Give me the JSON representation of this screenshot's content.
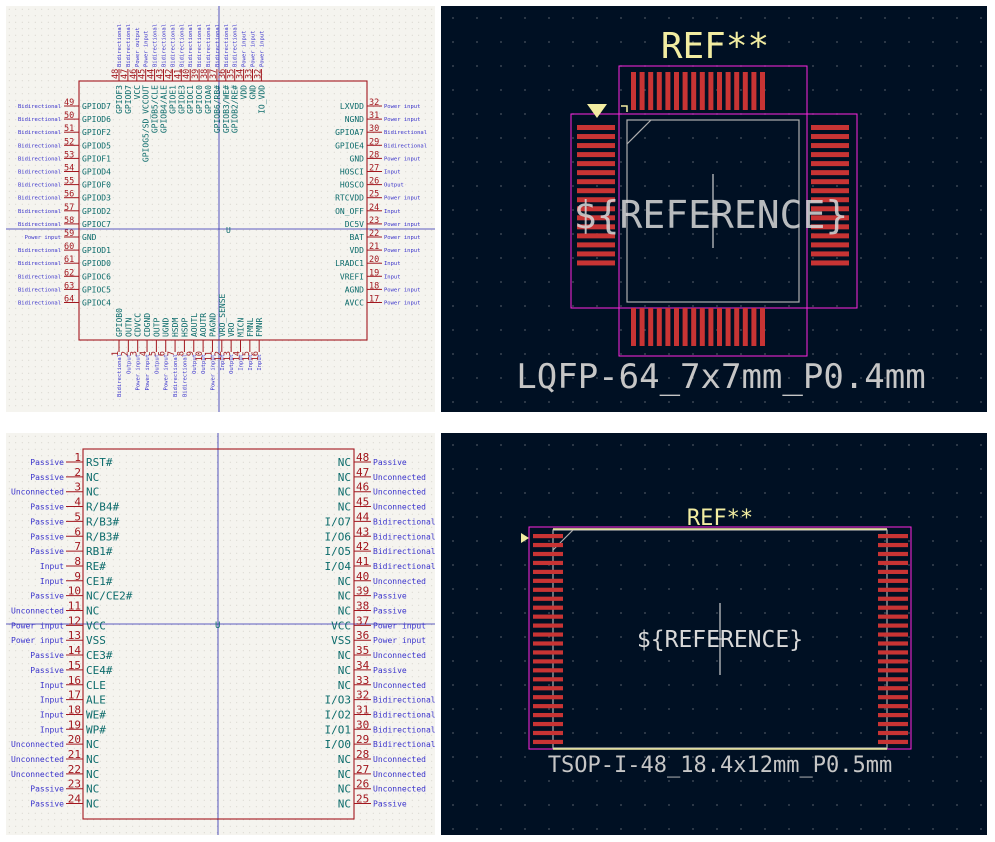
{
  "lqfp": {
    "ref": "REF**",
    "value": "${REFERENCE}",
    "footprint": "LQFP-64_7x7mm_P0.4mm",
    "unit_marker": "U",
    "left_pins": [
      {
        "n": "49",
        "name": "GPIOD7",
        "type": "Bidirectional"
      },
      {
        "n": "50",
        "name": "GPIOD6",
        "type": "Bidirectional"
      },
      {
        "n": "51",
        "name": "GPIOF2",
        "type": "Bidirectional"
      },
      {
        "n": "52",
        "name": "GPIOD5",
        "type": "Bidirectional"
      },
      {
        "n": "53",
        "name": "GPIOF1",
        "type": "Bidirectional"
      },
      {
        "n": "54",
        "name": "GPIOD4",
        "type": "Bidirectional"
      },
      {
        "n": "55",
        "name": "GPIOF0",
        "type": "Bidirectional"
      },
      {
        "n": "56",
        "name": "GPIOD3",
        "type": "Bidirectional"
      },
      {
        "n": "57",
        "name": "GPIOD2",
        "type": "Bidirectional"
      },
      {
        "n": "58",
        "name": "GPIOC7",
        "type": "Bidirectional"
      },
      {
        "n": "59",
        "name": "GND",
        "type": "Power input"
      },
      {
        "n": "60",
        "name": "GPIOD1",
        "type": "Bidirectional"
      },
      {
        "n": "61",
        "name": "GPIOD0",
        "type": "Bidirectional"
      },
      {
        "n": "62",
        "name": "GPIOC6",
        "type": "Bidirectional"
      },
      {
        "n": "63",
        "name": "GPIOC5",
        "type": "Bidirectional"
      },
      {
        "n": "64",
        "name": "GPIOC4",
        "type": "Bidirectional"
      }
    ],
    "right_pins": [
      {
        "n": "32",
        "name": "LXVDD",
        "type": "Power input"
      },
      {
        "n": "31",
        "name": "NGND",
        "type": "Power input"
      },
      {
        "n": "30",
        "name": "GPIOA7",
        "type": "Bidirectional"
      },
      {
        "n": "29",
        "name": "GPIOE4",
        "type": "Bidirectional"
      },
      {
        "n": "28",
        "name": "GND",
        "type": "Power input"
      },
      {
        "n": "27",
        "name": "HOSCI",
        "type": "Input"
      },
      {
        "n": "26",
        "name": "HOSCO",
        "type": "Output"
      },
      {
        "n": "25",
        "name": "RTCVDD",
        "type": "Power input"
      },
      {
        "n": "24",
        "name": "ON_OFF",
        "type": "Input"
      },
      {
        "n": "23",
        "name": "DC5V",
        "type": "Power input"
      },
      {
        "n": "22",
        "name": "BAT",
        "type": "Power input"
      },
      {
        "n": "21",
        "name": "VDD",
        "type": "Power input"
      },
      {
        "n": "20",
        "name": "LRADC1",
        "type": "Input"
      },
      {
        "n": "19",
        "name": "VREFI",
        "type": "Input"
      },
      {
        "n": "18",
        "name": "AGND",
        "type": "Power input"
      },
      {
        "n": "17",
        "name": "AVCC",
        "type": "Power input"
      }
    ],
    "top_pins": [
      {
        "n": "48",
        "name": "GPIOF3",
        "type": "Bidirectional"
      },
      {
        "n": "47",
        "name": "GPIOD7",
        "type": "Bidirectional"
      },
      {
        "n": "46",
        "name": "VCC",
        "type": "Power output"
      },
      {
        "n": "45",
        "name": "GPIOG5/SD_VCCOUT",
        "type": "Power input"
      },
      {
        "n": "44",
        "name": "GPIOB5/CLE",
        "type": "Bidirectional"
      },
      {
        "n": "43",
        "name": "GPIOB4/ALE",
        "type": "Bidirectional"
      },
      {
        "n": "42",
        "name": "GPIOE1",
        "type": "Bidirectional"
      },
      {
        "n": "41",
        "name": "GPIOE3",
        "type": "Bidirectional"
      },
      {
        "n": "40",
        "name": "GPIOC1",
        "type": "Bidirectional"
      },
      {
        "n": "39",
        "name": "GPIOC0",
        "type": "Bidirectional"
      },
      {
        "n": "38",
        "name": "GPIOA0",
        "type": "Bidirectional"
      },
      {
        "n": "37",
        "name": "GPIOB6/RB#",
        "type": "Bidirectional"
      },
      {
        "n": "36",
        "name": "GPIOB3/WE#",
        "type": "Bidirectional"
      },
      {
        "n": "35",
        "name": "GPIOB2/RE#",
        "type": "Bidirectional"
      },
      {
        "n": "34",
        "name": "VDD",
        "type": "Power input"
      },
      {
        "n": "33",
        "name": "GND",
        "type": "Power input"
      },
      {
        "n": "32b",
        "name": "IO_VDD",
        "type": "Power input"
      }
    ],
    "bottom_pins": [
      {
        "n": "1",
        "name": "GPIOB0",
        "type": "Bidirectional"
      },
      {
        "n": "2",
        "name": "OUTN",
        "type": "Output"
      },
      {
        "n": "3",
        "name": "CDVCC",
        "type": "Power input"
      },
      {
        "n": "4",
        "name": "CDGND",
        "type": "Power input"
      },
      {
        "n": "5",
        "name": "OUTP",
        "type": "Output"
      },
      {
        "n": "6",
        "name": "UGND",
        "type": "Power input"
      },
      {
        "n": "7",
        "name": "HSDM",
        "type": "Bidirectional"
      },
      {
        "n": "8",
        "name": "HSDP",
        "type": "Bidirectional"
      },
      {
        "n": "9",
        "name": "AOUTL",
        "type": "Output"
      },
      {
        "n": "10",
        "name": "AOUTR",
        "type": "Output"
      },
      {
        "n": "11",
        "name": "PAGND",
        "type": "Power input"
      },
      {
        "n": "12",
        "name": "VRO_SENSE",
        "type": "Input"
      },
      {
        "n": "13",
        "name": "VRO",
        "type": "Output"
      },
      {
        "n": "14",
        "name": "MICN",
        "type": "Input"
      },
      {
        "n": "15",
        "name": "FMNL",
        "type": "Input"
      },
      {
        "n": "16",
        "name": "FMNR",
        "type": "Input"
      }
    ]
  },
  "tsop": {
    "ref": "REF**",
    "value": "${REFERENCE}",
    "footprint": "TSOP-I-48_18.4x12mm_P0.5mm",
    "unit_marker": "U",
    "left_pins": [
      {
        "n": "1",
        "name": "RST#",
        "type": "Passive"
      },
      {
        "n": "2",
        "name": "NC",
        "type": "Passive"
      },
      {
        "n": "3",
        "name": "NC",
        "type": "Unconnected"
      },
      {
        "n": "4",
        "name": "R/B4#",
        "type": "Passive"
      },
      {
        "n": "5",
        "name": "R/B3#",
        "type": "Passive"
      },
      {
        "n": "6",
        "name": "R/B3#",
        "type": "Passive"
      },
      {
        "n": "7",
        "name": "RB1#",
        "type": "Passive"
      },
      {
        "n": "8",
        "name": "RE#",
        "type": "Input"
      },
      {
        "n": "9",
        "name": "CE1#",
        "type": "Input"
      },
      {
        "n": "10",
        "name": "NC/CE2#",
        "type": "Passive"
      },
      {
        "n": "11",
        "name": "NC",
        "type": "Unconnected"
      },
      {
        "n": "12",
        "name": "VCC",
        "type": "Power input"
      },
      {
        "n": "13",
        "name": "VSS",
        "type": "Power input"
      },
      {
        "n": "14",
        "name": "CE3#",
        "type": "Passive"
      },
      {
        "n": "15",
        "name": "CE4#",
        "type": "Passive"
      },
      {
        "n": "16",
        "name": "CLE",
        "type": "Input"
      },
      {
        "n": "17",
        "name": "ALE",
        "type": "Input"
      },
      {
        "n": "18",
        "name": "WE#",
        "type": "Input"
      },
      {
        "n": "19",
        "name": "WP#",
        "type": "Input"
      },
      {
        "n": "20",
        "name": "NC",
        "type": "Unconnected"
      },
      {
        "n": "21",
        "name": "NC",
        "type": "Unconnected"
      },
      {
        "n": "22",
        "name": "NC",
        "type": "Unconnected"
      },
      {
        "n": "23",
        "name": "NC",
        "type": "Passive"
      },
      {
        "n": "24",
        "name": "NC",
        "type": "Passive"
      }
    ],
    "right_pins": [
      {
        "n": "48",
        "name": "NC",
        "type": "Passive"
      },
      {
        "n": "47",
        "name": "NC",
        "type": "Unconnected"
      },
      {
        "n": "46",
        "name": "NC",
        "type": "Unconnected"
      },
      {
        "n": "45",
        "name": "NC",
        "type": "Unconnected"
      },
      {
        "n": "44",
        "name": "I/O7",
        "type": "Bidirectional"
      },
      {
        "n": "43",
        "name": "I/O6",
        "type": "Bidirectional"
      },
      {
        "n": "42",
        "name": "I/O5",
        "type": "Bidirectional"
      },
      {
        "n": "41",
        "name": "I/O4",
        "type": "Bidirectional"
      },
      {
        "n": "40",
        "name": "NC",
        "type": "Unconnected"
      },
      {
        "n": "39",
        "name": "NC",
        "type": "Passive"
      },
      {
        "n": "38",
        "name": "NC",
        "type": "Passive"
      },
      {
        "n": "37",
        "name": "VCC",
        "type": "Power input"
      },
      {
        "n": "36",
        "name": "VSS",
        "type": "Power input"
      },
      {
        "n": "35",
        "name": "NC",
        "type": "Unconnected"
      },
      {
        "n": "34",
        "name": "NC",
        "type": "Passive"
      },
      {
        "n": "33",
        "name": "NC",
        "type": "Unconnected"
      },
      {
        "n": "32",
        "name": "I/O3",
        "type": "Bidirectional"
      },
      {
        "n": "31",
        "name": "I/O2",
        "type": "Bidirectional"
      },
      {
        "n": "30",
        "name": "I/O1",
        "type": "Bidirectional"
      },
      {
        "n": "29",
        "name": "I/O0",
        "type": "Bidirectional"
      },
      {
        "n": "28",
        "name": "NC",
        "type": "Unconnected"
      },
      {
        "n": "27",
        "name": "NC",
        "type": "Unconnected"
      },
      {
        "n": "26",
        "name": "NC",
        "type": "Unconnected"
      },
      {
        "n": "25",
        "name": "NC",
        "type": "Passive"
      }
    ]
  },
  "colors": {
    "schematic_bg": "#f5f4ef",
    "pcb_bg": "#001023",
    "body_outline": "#a2171e",
    "pin_name": "#0c6b6b",
    "pin_type": "#3b34cc",
    "pad": "#c83434",
    "silk": "#f2eda1",
    "courtyard": "#ff26e2",
    "fab": "#afafaf"
  }
}
